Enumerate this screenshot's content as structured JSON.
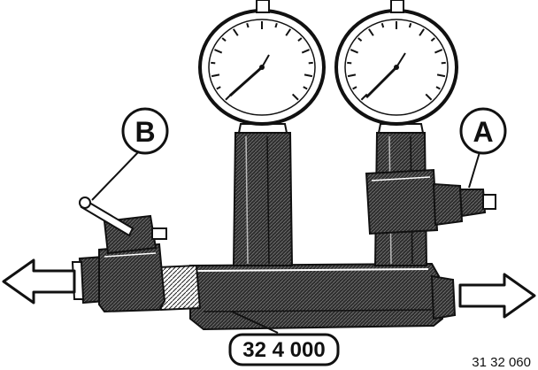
{
  "callouts": {
    "a": "A",
    "b": "B"
  },
  "part_number": "32 4 000",
  "figure_number": "31 32 060",
  "colors": {
    "ink": "#111111",
    "paper": "#ffffff",
    "shade": "#3a3a3a"
  }
}
